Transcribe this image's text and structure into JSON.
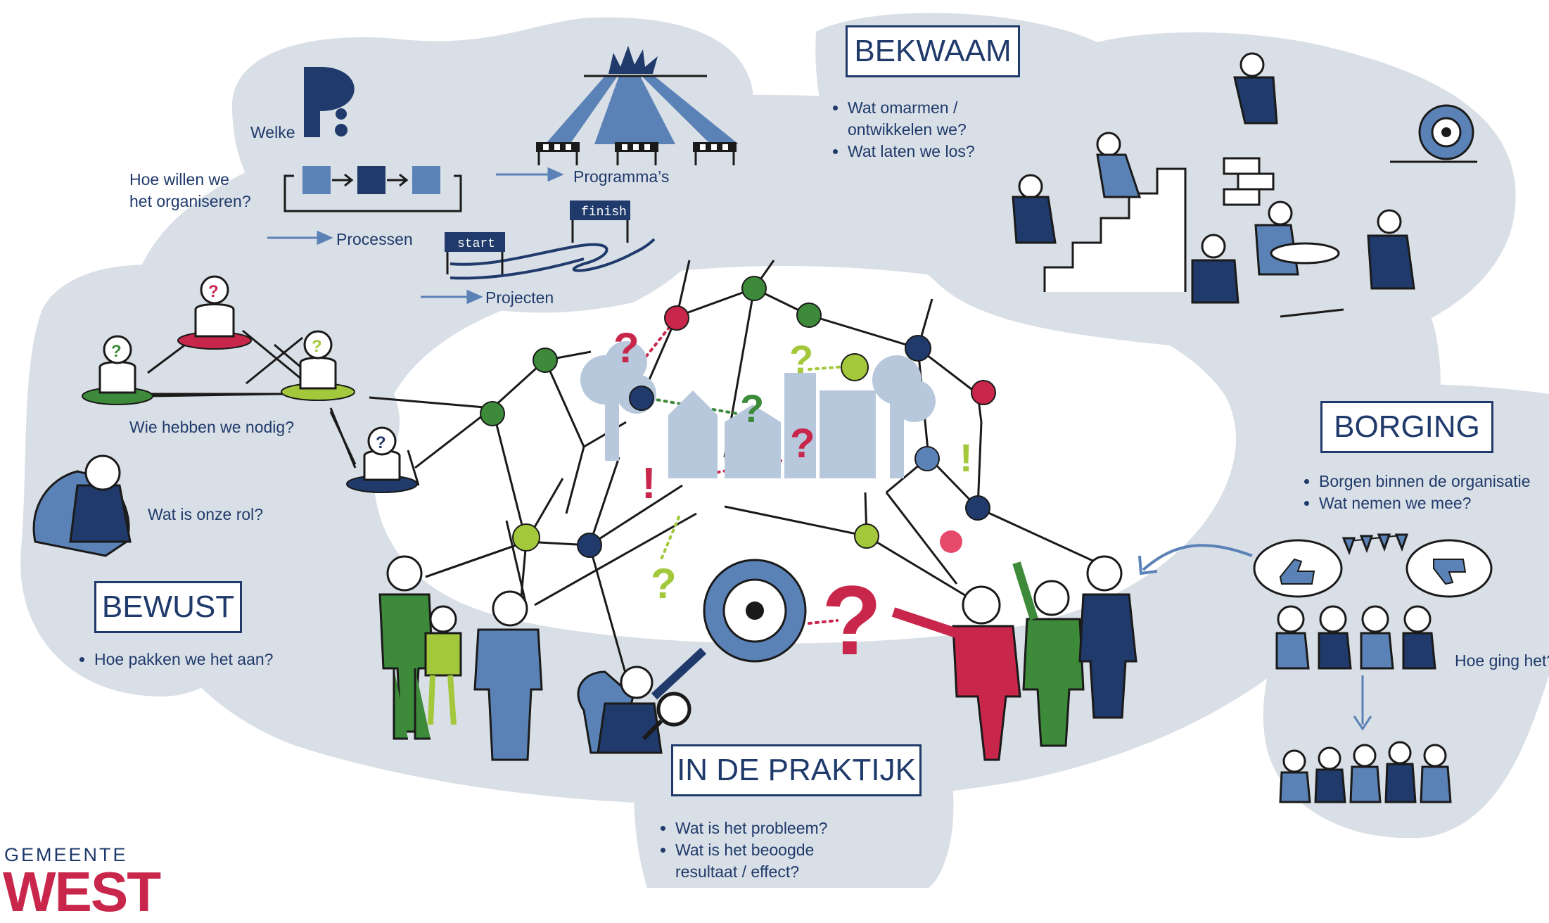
{
  "colors": {
    "navy": "#1f3a6b",
    "blue": "#5b82b6",
    "red": "#c8264a",
    "green": "#3d8b3a",
    "lime": "#a3c83b",
    "bg": "#d9dfe6"
  },
  "icons": [
    "question-mark-icon",
    "exclamation-mark-icon",
    "target-icon",
    "magnifier-icon",
    "thumbs-up-icon",
    "thumbs-down-icon",
    "flag-garland-icon",
    "sunburst-icon",
    "letter-p-icon"
  ],
  "bewust": {
    "title": "BEWUST",
    "bullets": [
      "Hoe pakken we het aan?"
    ],
    "who": "Wie hebben we nodig?",
    "role": "Wat is onze rol?"
  },
  "organize": {
    "welke": "Welke",
    "question_line1": "Hoe willen we",
    "question_line2": "het organiseren?",
    "programmas": "Programma’s",
    "processen": "Processen",
    "projecten": "Projecten",
    "start": "start",
    "finish": "finish"
  },
  "bekwaam": {
    "title": "BEKWAAM",
    "bullets": [
      "Wat omarmen /",
      "ontwikkelen we?",
      "Wat laten we los?"
    ]
  },
  "borging": {
    "title": "BORGING",
    "bullets": [
      "Borgen binnen de organisatie",
      "Wat nemen we mee?"
    ],
    "how": "Hoe ging het?"
  },
  "praktijk": {
    "title": "IN DE PRAKTIJK",
    "bullets": [
      "Wat is het probleem?",
      "Wat is het beoogde",
      "resultaat  /  effect?"
    ]
  },
  "logo": {
    "small": "GEMEENTE",
    "big": "WEST"
  }
}
